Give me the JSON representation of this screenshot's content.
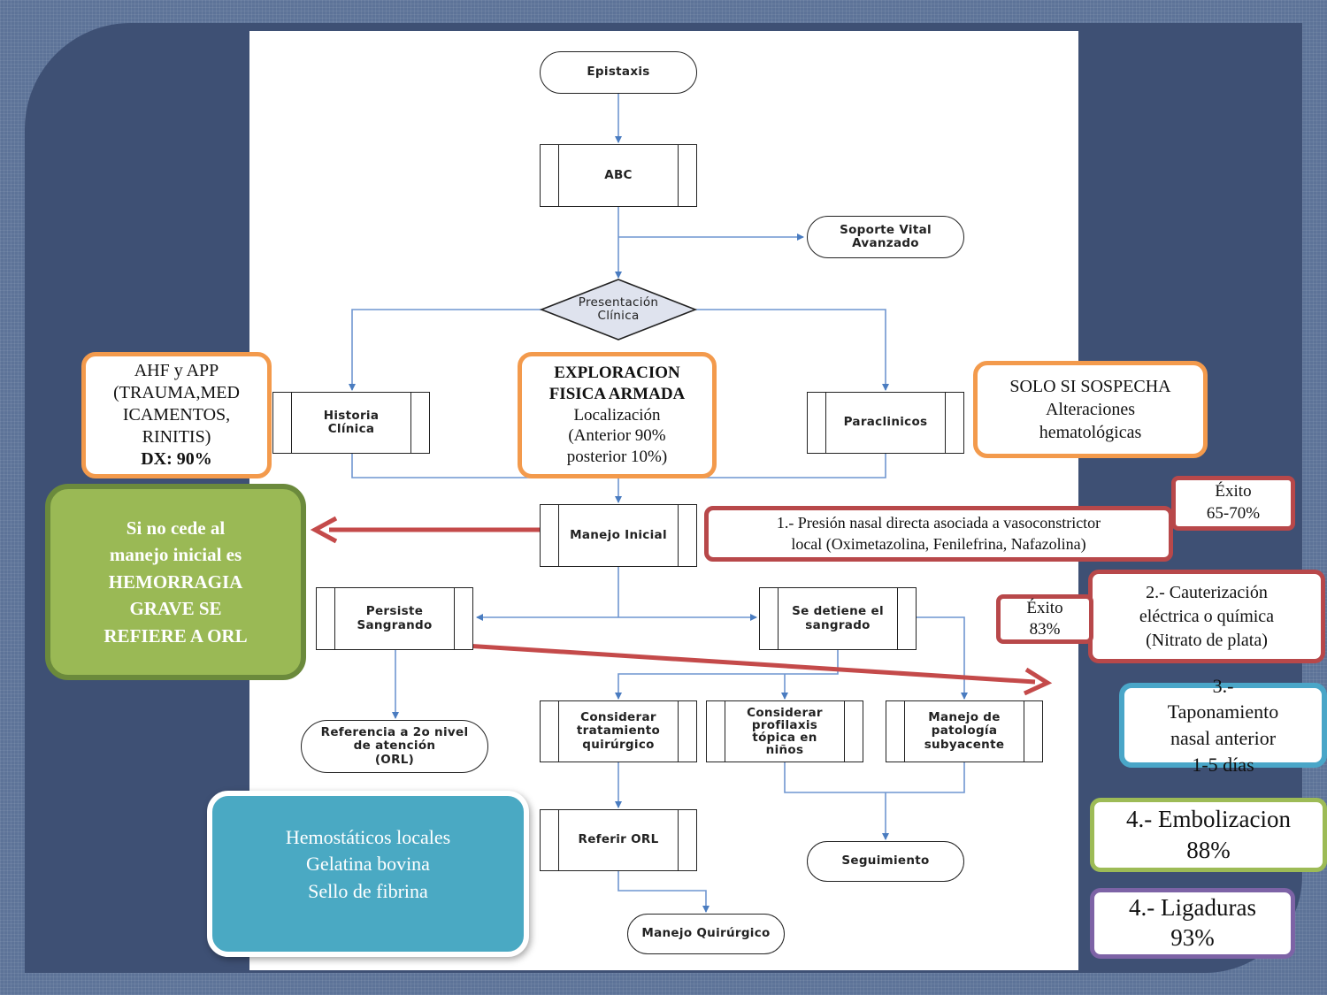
{
  "flowchart": {
    "nodes": {
      "epistaxis": "Epistaxis",
      "abc": "ABC",
      "soporte": [
        "Soporte Vital",
        "Avanzado"
      ],
      "presentacion": [
        "Presentación",
        "Clínica"
      ],
      "historia": [
        "Historia",
        "Clínica"
      ],
      "paraclinicos": "Paraclinicos",
      "manejo_inicial": "Manejo Inicial",
      "persiste": [
        "Persiste",
        "Sangrando"
      ],
      "se_detiene": [
        "Se detiene el",
        "sangrado"
      ],
      "referencia": [
        "Referencia a 2o nivel",
        "de atención",
        "(ORL)"
      ],
      "considerar_tx": [
        "Considerar",
        "tratamiento",
        "quirúrgico"
      ],
      "considerar_prof": [
        "Considerar",
        "profilaxis",
        "tópica en",
        "niños"
      ],
      "manejo_patologia": [
        "Manejo de",
        "patología",
        "subyacente"
      ],
      "referir_orl": "Referir ORL",
      "seguimiento": "Seguimiento",
      "manejo_quirurgico": "Manejo Quirúrgico"
    }
  },
  "callouts": {
    "ahf": {
      "lines": [
        "AHF y APP",
        "(TRAUMA,MED",
        "ICAMENTOS,",
        "RINITIS)"
      ],
      "bold": "DX: 90%"
    },
    "exploracion": {
      "bold": [
        "EXPLORACION",
        "FISICA ARMADA"
      ],
      "lines": [
        "Localización",
        "(Anterior 90%",
        "posterior 10%)"
      ]
    },
    "sospecha": [
      "SOLO SI SOSPECHA",
      "Alteraciones",
      "hematológicas"
    ],
    "presion": [
      "1.- Presión nasal directa asociada a vasoconstrictor",
      "local (Oximetazolina, Fenilefrina, Nafazolina)"
    ],
    "exito1": [
      "Éxito",
      "65-70%"
    ],
    "cauterizacion": [
      "2.- Cauterización",
      "eléctrica o química",
      "(Nitrato de plata)"
    ],
    "exito2": [
      "Éxito",
      "83%"
    ],
    "grave": [
      "Si no cede al",
      "manejo inicial es",
      "HEMORRAGIA",
      "GRAVE SE",
      "REFIERE A ORL"
    ],
    "taponamiento": [
      "3.-",
      "Taponamiento",
      "nasal anterior",
      "1-5 días"
    ],
    "embolizacion": [
      "4.- Embolizacion",
      "88%"
    ],
    "ligaduras": [
      "4.- Ligaduras",
      "93%"
    ],
    "hemostaticos": [
      "Hemostáticos locales",
      "Gelatina bovina",
      "Sello de fibrina"
    ]
  }
}
